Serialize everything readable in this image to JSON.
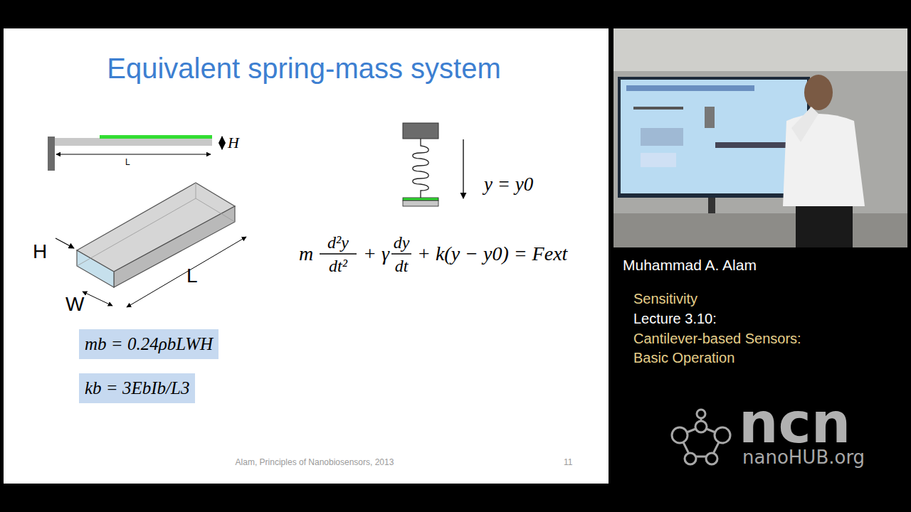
{
  "diagram": {
    "title": "Equivalent spring-mass system",
    "nodes": [
      {
        "text": [
          "mb = 0.24ρbLWH"
        ]
      },
      {
        "text": [
          "kb = 3EbIb/L3"
        ]
      }
    ],
    "labels": [
      "H",
      "L",
      "H",
      "L",
      "W",
      "y = y0",
      "m",
      "d²y",
      "dt²",
      "+ γ",
      "dy",
      "dt",
      "+ k(y − y0) = Fext",
      "Alam, Principles of Nanobiosensors, 2013",
      "11",
      "Muhammad A. Alam",
      "Sensitivity",
      "Lecture 3.10:",
      "Cantilever-based Sensors:",
      "Basic Operation",
      "ncn",
      "nanoHUB.org"
    ]
  }
}
